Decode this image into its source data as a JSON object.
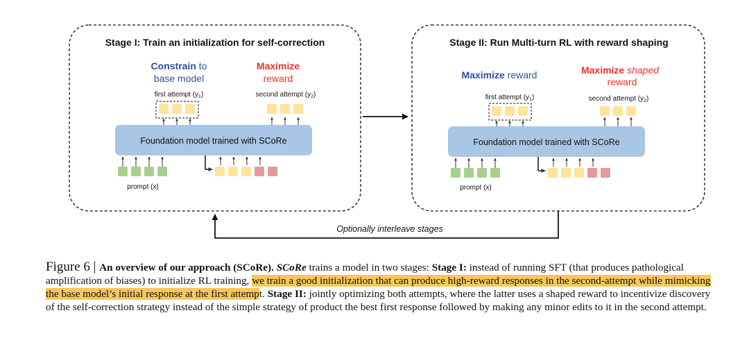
{
  "diagram": {
    "stage1": {
      "title": "Stage I: Train an initialization for self-correction",
      "constrain_bold": "Constrain",
      "constrain_rest": " to",
      "constrain_line2": "base model",
      "maximize_bold": "Maximize",
      "maximize_line2": "reward",
      "first_attempt": "first attempt (y",
      "first_attempt_sub": "1",
      "second_attempt": "second attempt (y",
      "second_attempt_sub": "2",
      "model": "Foundation model trained with SCoRe",
      "prompt": "prompt (x)"
    },
    "stage2": {
      "title": "Stage II: Run Multi-turn RL with reward shaping",
      "maximize_bold": "Maximize",
      "maximize_rest": " reward",
      "maximize_shaped_bold": "Maximize",
      "maximize_shaped_italic": "shaped",
      "maximize_shaped_line2": "reward",
      "first_attempt": "first attempt (y",
      "first_attempt_sub": "1",
      "second_attempt": "second attempt (y",
      "second_attempt_sub": "2",
      "model": "Foundation model trained with SCoRe",
      "prompt": "prompt (x)"
    },
    "loop_label": "Optionally interleave stages",
    "close_paren": ")",
    "colors": {
      "model_box": "#a9c6e4",
      "prompt_token": "#a8d08d",
      "attempt_token": "#fde49a",
      "negative_token": "#e49a9a",
      "blue_text": "#2f4f9c",
      "red_text": "#e8342c"
    }
  },
  "caption": {
    "figure_label": "Figure 6 | ",
    "title": "An overview of our approach (SCoRe).",
    "score_name": "SCoRe",
    "part1": " trains a model in two stages: ",
    "stage1_label": "Stage I:",
    "part2": " instead of running SFT (that produces pathological amplification of biases) to initialize RL training, ",
    "highlight": "we train a good initialization that can produce high-reward responses in the second-attempt while mimicking the base model’s initial response at the first attemp",
    "part3": "t. ",
    "stage2_label": "Stage II:",
    "part4": " jointly optimizing both attempts, where the latter uses a shaped reward to incentivize discovery of the self-correction strategy instead of the simple strategy of product the best first response followed by making any minor edits to it in the second attempt."
  }
}
